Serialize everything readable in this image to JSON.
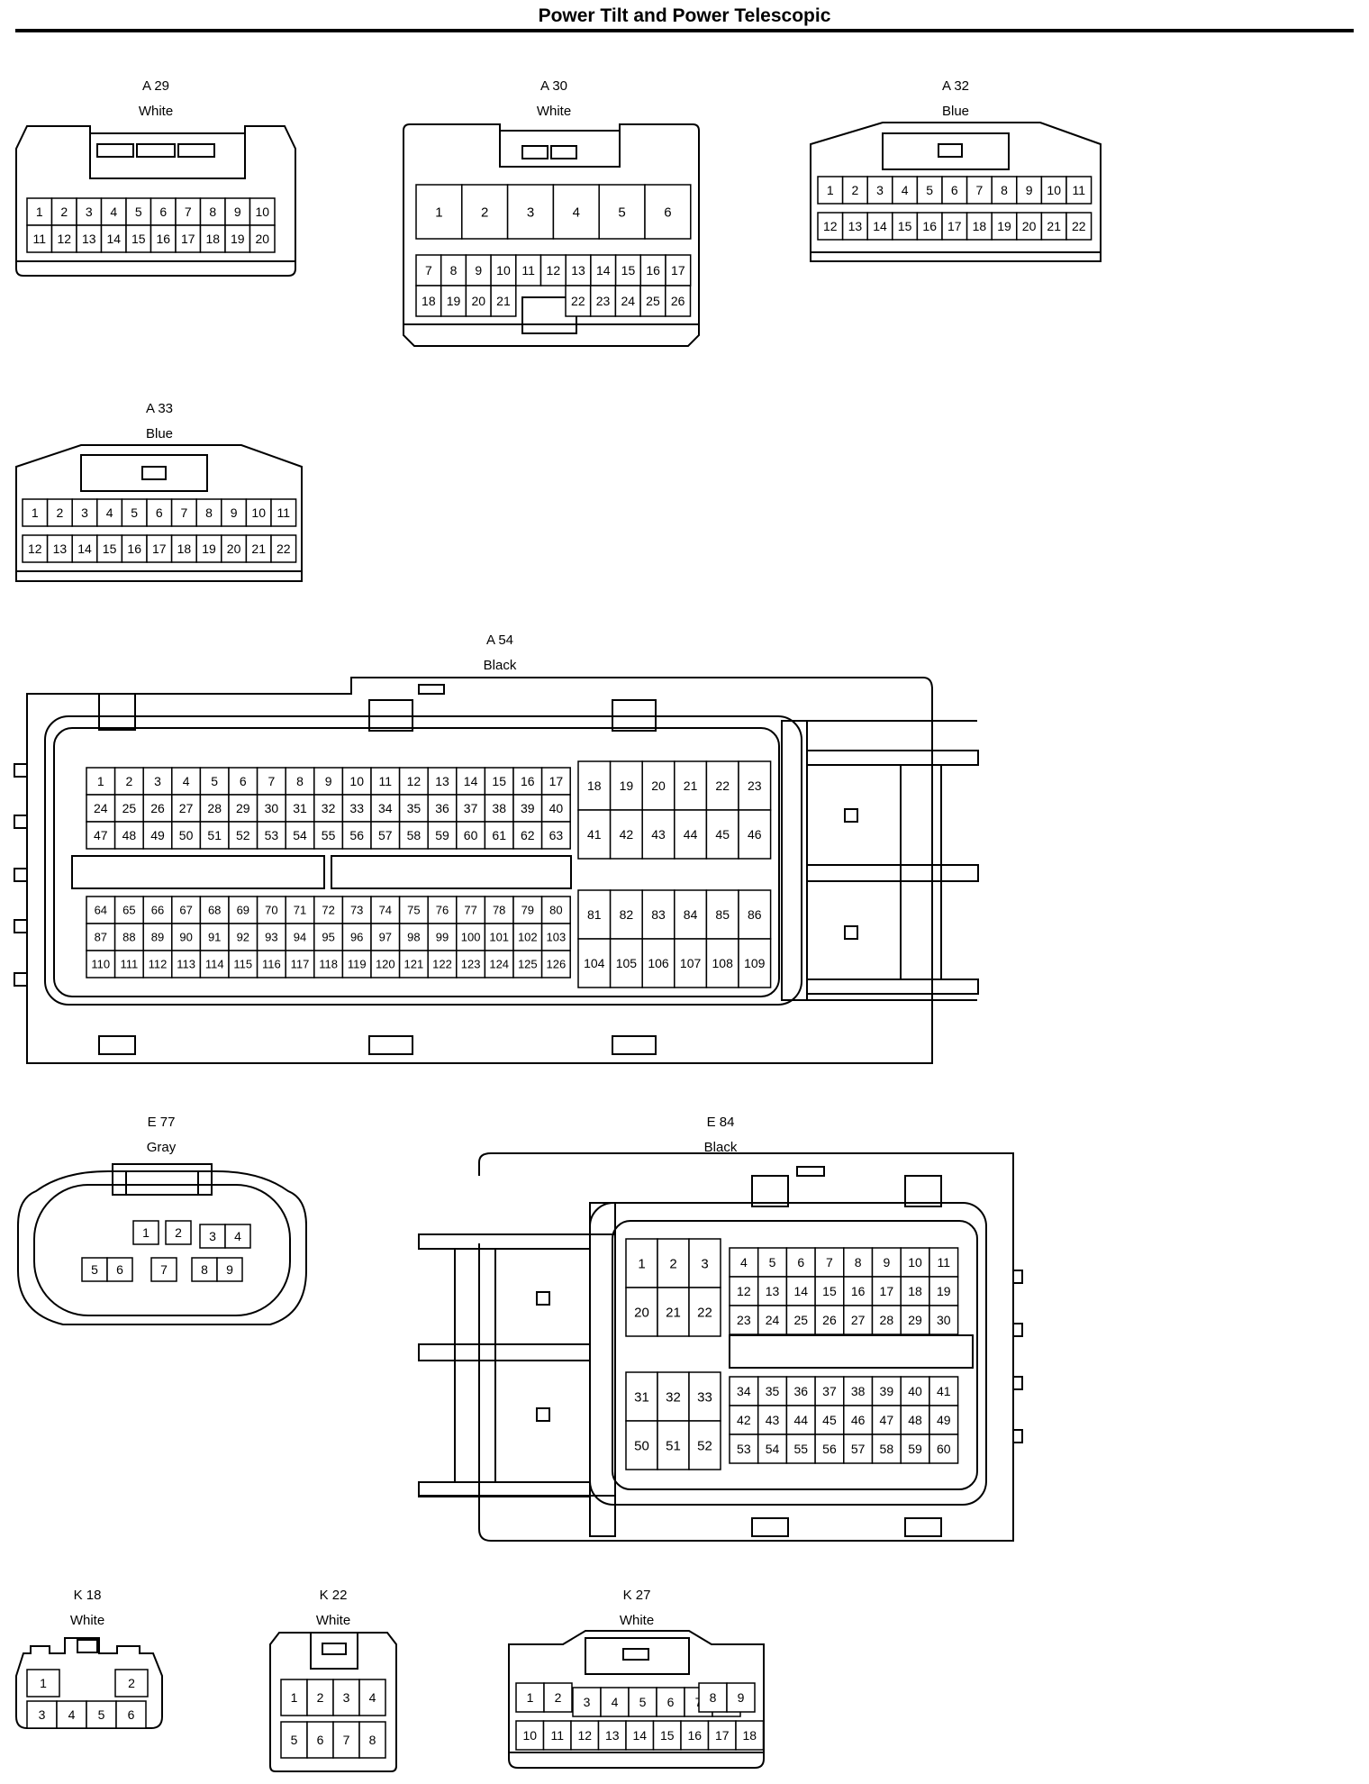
{
  "page": {
    "title": "Power Tilt and Power Telescopic"
  },
  "connectors": [
    {
      "code": "A 29",
      "color": "White",
      "pin_count": 20
    },
    {
      "code": "A 30",
      "color": "White",
      "pin_count": 26
    },
    {
      "code": "A 32",
      "color": "Blue",
      "pin_count": 22
    },
    {
      "code": "A 33",
      "color": "Blue",
      "pin_count": 22
    },
    {
      "code": "A 54",
      "color": "Black",
      "pin_count": 126
    },
    {
      "code": "E 77",
      "color": "Gray",
      "pin_count": 9
    },
    {
      "code": "E 84",
      "color": "Black",
      "pin_count": 60
    },
    {
      "code": "K 18",
      "color": "White",
      "pin_count": 6
    },
    {
      "code": "K 22",
      "color": "White",
      "pin_count": 8
    },
    {
      "code": "K 27",
      "color": "White",
      "pin_count": 18
    }
  ]
}
